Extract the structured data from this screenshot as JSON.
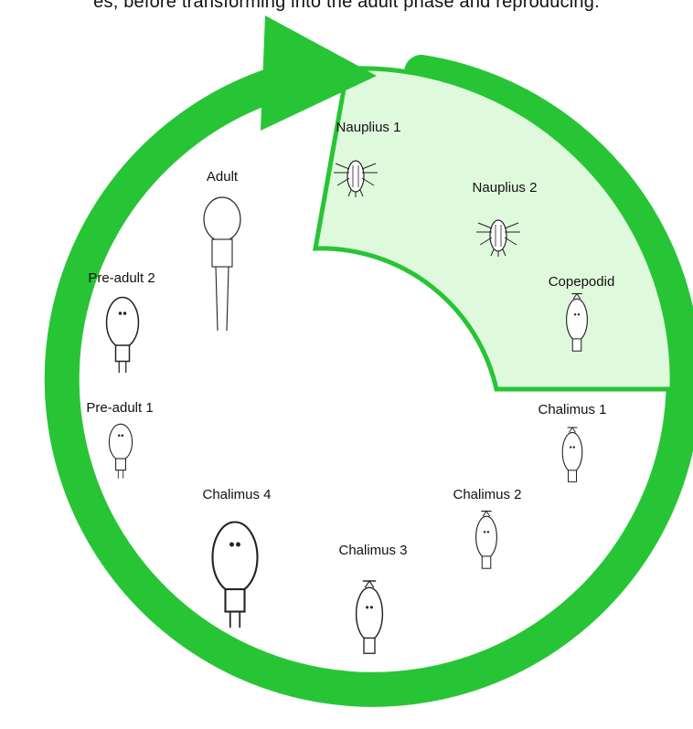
{
  "caption_fragment": "es, before transforming into the adult phase and reproducing.",
  "colors": {
    "cycle_arrow": "#27c535",
    "planktonic_fill": "#dff9dc",
    "ink": "#111111"
  },
  "diagram": {
    "type": "life-cycle",
    "direction": "clockwise",
    "highlighted_group": [
      "Nauplius 1",
      "Nauplius 2",
      "Copepodid"
    ],
    "stages": [
      {
        "label": "Nauplius 1",
        "icon": "nauplius-drawing"
      },
      {
        "label": "Nauplius 2",
        "icon": "nauplius-drawing"
      },
      {
        "label": "Copepodid",
        "icon": "copepodid-drawing"
      },
      {
        "label": "Chalimus 1",
        "icon": "chalimus-drawing"
      },
      {
        "label": "Chalimus 2",
        "icon": "chalimus-drawing"
      },
      {
        "label": "Chalimus 3",
        "icon": "chalimus-drawing"
      },
      {
        "label": "Chalimus 4",
        "icon": "chalimus-drawing"
      },
      {
        "label": "Pre-adult 1",
        "icon": "pre-adult-drawing"
      },
      {
        "label": "Pre-adult 2",
        "icon": "pre-adult-drawing"
      },
      {
        "label": "Adult",
        "icon": "adult-drawing"
      }
    ]
  }
}
